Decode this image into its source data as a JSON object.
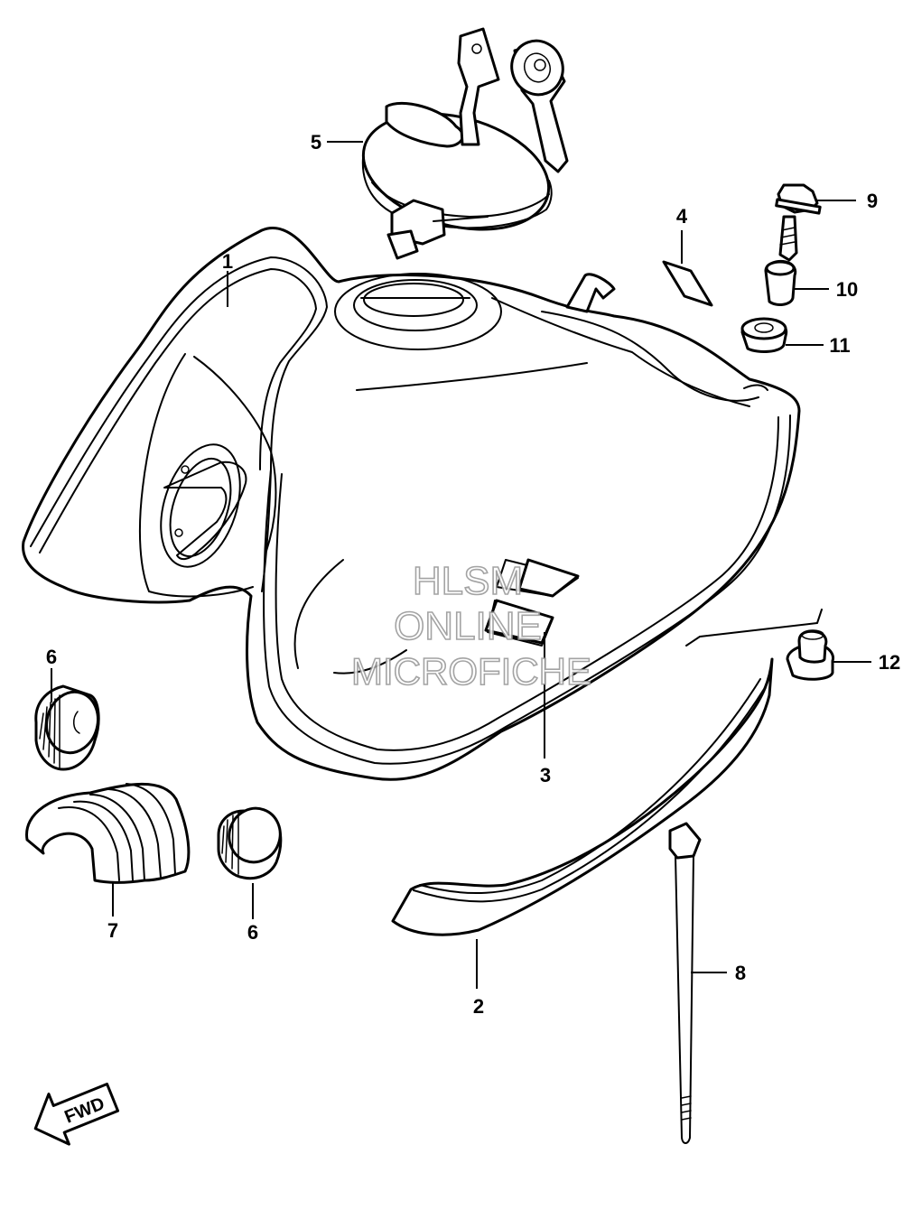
{
  "diagram": {
    "callouts": [
      {
        "id": "1",
        "label": "1"
      },
      {
        "id": "2",
        "label": "2"
      },
      {
        "id": "3",
        "label": "3"
      },
      {
        "id": "4",
        "label": "4"
      },
      {
        "id": "5",
        "label": "5"
      },
      {
        "id": "6a",
        "label": "6"
      },
      {
        "id": "6b",
        "label": "6"
      },
      {
        "id": "7",
        "label": "7"
      },
      {
        "id": "8",
        "label": "8"
      },
      {
        "id": "9",
        "label": "9"
      },
      {
        "id": "10",
        "label": "10"
      },
      {
        "id": "11",
        "label": "11"
      },
      {
        "id": "12",
        "label": "12"
      }
    ],
    "watermark": {
      "line1": "HLSM",
      "line2": "ONLINE",
      "line3": "MICROFICHE"
    },
    "direction_badge": {
      "label": "FWD",
      "icon": "forward-arrow-icon"
    }
  }
}
